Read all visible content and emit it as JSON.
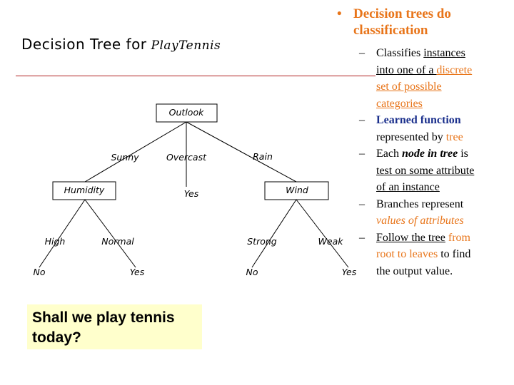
{
  "tree": {
    "title": "Decision Tree for",
    "title_emph": "PlayTennis",
    "root": "Outlook",
    "branch_sunny": "Sunny",
    "branch_overcast": "Overcast",
    "branch_rain": "Rain",
    "node_humidity": "Humidity",
    "node_wind": "Wind",
    "leaf_overcast": "Yes",
    "branch_high": "High",
    "branch_normal": "Normal",
    "branch_strong": "Strong",
    "branch_weak": "Weak",
    "leaf_high": "No",
    "leaf_normal": "Yes",
    "leaf_strong": "No",
    "leaf_weak": "Yes"
  },
  "question": "Shall we play tennis today?",
  "panel": {
    "heading_line1": "Decision trees do",
    "heading_line2": "classification",
    "b1_p1": "Classifies ",
    "b1_instances": "instances",
    "b1_into": "into one of a ",
    "b1_discrete": "discrete",
    "b1_set": "set of possible",
    "b1_categories": "categories",
    "b2_learned": "Learned function",
    "b2_rep": "represented by ",
    "b2_tree": "tree",
    "b3_each": "Each ",
    "b3_node": "node in tree",
    "b3_is": " is",
    "b3_test": "test on some attribute",
    "b3_of": "of an instance",
    "b4_branches": "Branches represent",
    "b4_values": "values of attributes",
    "b5_follow": "Follow the tree",
    "b5_from": " from",
    "b5_root": "root to leaves",
    "b5_find": " to find",
    "b5_output": "the output value."
  },
  "colors": {
    "orange": "#e8751a",
    "blue": "#1a2f8c",
    "rule_red": "#b02020",
    "question_bg": "#ffffcc"
  }
}
